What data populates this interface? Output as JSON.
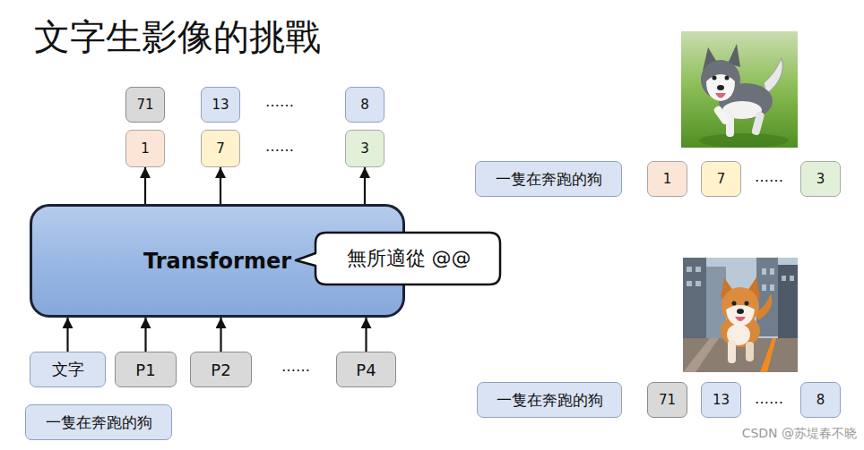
{
  "diagram": {
    "title": "文字生影像的挑戰",
    "nodes": [
      {
        "text": [
          "71"
        ]
      },
      {
        "text": [
          "13"
        ]
      },
      {
        "text": [
          "8"
        ]
      },
      {
        "text": [
          "1"
        ]
      },
      {
        "text": [
          "7"
        ]
      },
      {
        "text": [
          "3"
        ]
      },
      {
        "text": [
          "Transformer"
        ]
      },
      {
        "text": [
          "無所適從 @@"
        ]
      },
      {
        "text": [
          "文字"
        ]
      },
      {
        "text": [
          "P1"
        ]
      },
      {
        "text": [
          "P2"
        ]
      },
      {
        "text": [
          "P4"
        ]
      },
      {
        "text": [
          "一隻在奔跑的狗"
        ]
      },
      {
        "text": [
          "一隻在奔跑的狗"
        ]
      },
      {
        "text": [
          "1"
        ]
      },
      {
        "text": [
          "7"
        ]
      },
      {
        "text": [
          "3"
        ]
      },
      {
        "text": [
          "一隻在奔跑的狗"
        ]
      },
      {
        "text": [
          "71"
        ]
      },
      {
        "text": [
          "13"
        ]
      },
      {
        "text": [
          "8"
        ]
      }
    ],
    "edges": [
      {
        "from": 6,
        "to": 3,
        "arrow": "to"
      },
      {
        "from": 6,
        "to": 4,
        "arrow": "to"
      },
      {
        "from": 6,
        "to": 5,
        "arrow": "to"
      },
      {
        "from": 8,
        "to": 6,
        "arrow": "to"
      },
      {
        "from": 9,
        "to": 6,
        "arrow": "to"
      },
      {
        "from": 10,
        "to": 6,
        "arrow": "to"
      },
      {
        "from": 11,
        "to": 6,
        "arrow": "to"
      }
    ],
    "labels": [
      "……",
      "……",
      "……",
      "……",
      "……",
      "CSDN @苏堤春不晓"
    ]
  }
}
